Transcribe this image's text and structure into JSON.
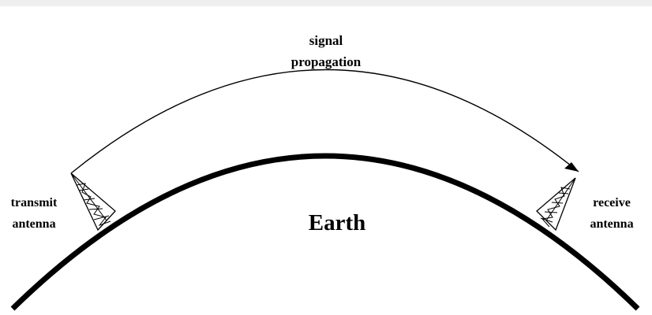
{
  "diagram": {
    "signal_label": [
      "signal",
      "propagation"
    ],
    "earth_label": "Earth",
    "transmit_label": [
      "transmit",
      "antenna"
    ],
    "receive_label": [
      "receive",
      "antenna"
    ]
  },
  "colors": {
    "ink": "#000000",
    "background": "#ffffff",
    "top_strip": "#efefef"
  },
  "icons": [
    "lattice-tower-icon",
    "arrowhead-icon"
  ]
}
